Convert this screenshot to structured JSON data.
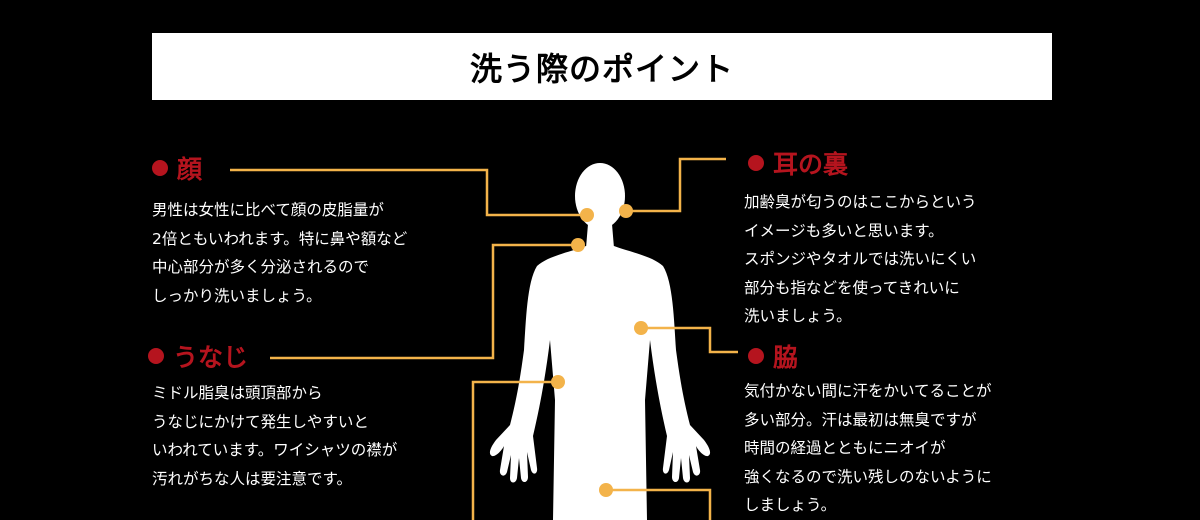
{
  "title": "洗う際のポイント",
  "colors": {
    "background": "#000000",
    "title_bg": "#ffffff",
    "accent_red": "#b5141e",
    "line_orange": "#f3b34a",
    "silhouette": "#ffffff"
  },
  "sections": {
    "face": {
      "heading": "顔",
      "text": "男性は女性に比べて顔の皮脂量が\n2倍ともいわれます。特に鼻や額など\n中心部分が多く分泌されるので\nしっかり洗いましょう。"
    },
    "nape": {
      "heading": "うなじ",
      "text": "ミドル脂臭は頭頂部から\nうなじにかけて発生しやすいと\nいわれています。ワイシャツの襟が\n汚れがちな人は要注意です。"
    },
    "behind_ear": {
      "heading": "耳の裏",
      "text": "加齢臭が匂うのはここからという\nイメージも多いと思います。\nスポンジやタオルでは洗いにくい\n部分も指などを使ってきれいに\n洗いましょう。"
    },
    "armpit": {
      "heading": "脇",
      "text": "気付かない間に汗をかいてることが\n多い部分。汗は最初は無臭ですが\n時間の経過とともにニオイが\n強くなるので洗い残しのないように\nしましょう。"
    }
  },
  "icons": {
    "bullet": "red-circle-icon",
    "figure": "human-silhouette-icon"
  }
}
